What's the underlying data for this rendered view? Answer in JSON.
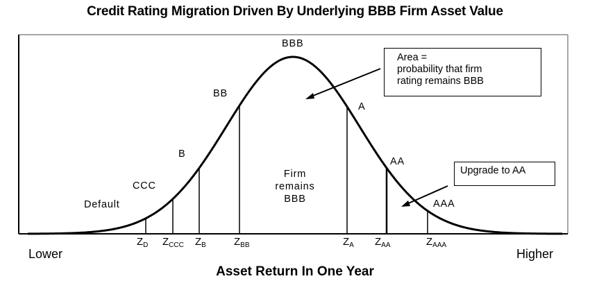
{
  "title": "Credit Rating Migration Driven By Underlying BBB Firm Asset Value",
  "region_labels": {
    "default": "Default",
    "ccc": "CCC",
    "b": "B",
    "bb": "BB",
    "bbb": "BBB",
    "a": "A",
    "aa": "AA",
    "aaa": "AAA"
  },
  "center_label": {
    "line1": "Firm",
    "line2": "remains",
    "line3": "BBB"
  },
  "callouts": {
    "area": {
      "line1": "Area =",
      "line2": "probability that firm",
      "line3": "rating remains BBB"
    },
    "upgrade": {
      "text": "Upgrade to AA"
    }
  },
  "thresholds": [
    {
      "base": "Z",
      "sub": "D"
    },
    {
      "base": "Z",
      "sub": "CCC"
    },
    {
      "base": "Z",
      "sub": "B"
    },
    {
      "base": "Z",
      "sub": "BB"
    },
    {
      "base": "Z",
      "sub": "A"
    },
    {
      "base": "Z",
      "sub": "AA"
    },
    {
      "base": "Z",
      "sub": "AAA"
    }
  ],
  "axis": {
    "left_end": "Lower",
    "right_end": "Higher",
    "label": "Asset Return In One Year"
  },
  "colors": {
    "line": "#000000",
    "frame_top_right": "#8a8a8a",
    "background": "#ffffff"
  }
}
